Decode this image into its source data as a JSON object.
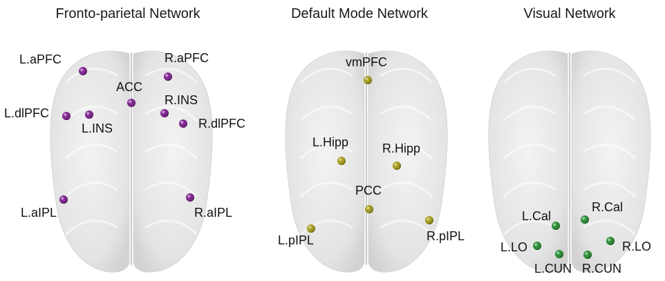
{
  "panels": [
    {
      "title": "Fronto-parietal Network",
      "node_color": "#7a1a8c",
      "nodes": [
        {
          "label": "L.aPFC"
        },
        {
          "label": "R.aPFC"
        },
        {
          "label": "ACC"
        },
        {
          "label": "L.dlPFC"
        },
        {
          "label": "L.INS"
        },
        {
          "label": "R.INS"
        },
        {
          "label": "R.dlPFC"
        },
        {
          "label": "L.aIPL"
        },
        {
          "label": "R.aIPL"
        }
      ]
    },
    {
      "title": "Default Mode Network",
      "node_color": "#a39a12",
      "nodes": [
        {
          "label": "vmPFC"
        },
        {
          "label": "L.Hipp"
        },
        {
          "label": "R.Hipp"
        },
        {
          "label": "PCC"
        },
        {
          "label": "L.pIPL"
        },
        {
          "label": "R.pIPL"
        }
      ]
    },
    {
      "title": "Visual Network",
      "node_color": "#1f8a2a",
      "nodes": [
        {
          "label": "L.Cal"
        },
        {
          "label": "R.Cal"
        },
        {
          "label": "L.LO"
        },
        {
          "label": "R.LO"
        },
        {
          "label": "L.CUN"
        },
        {
          "label": "R.CUN"
        }
      ]
    }
  ]
}
